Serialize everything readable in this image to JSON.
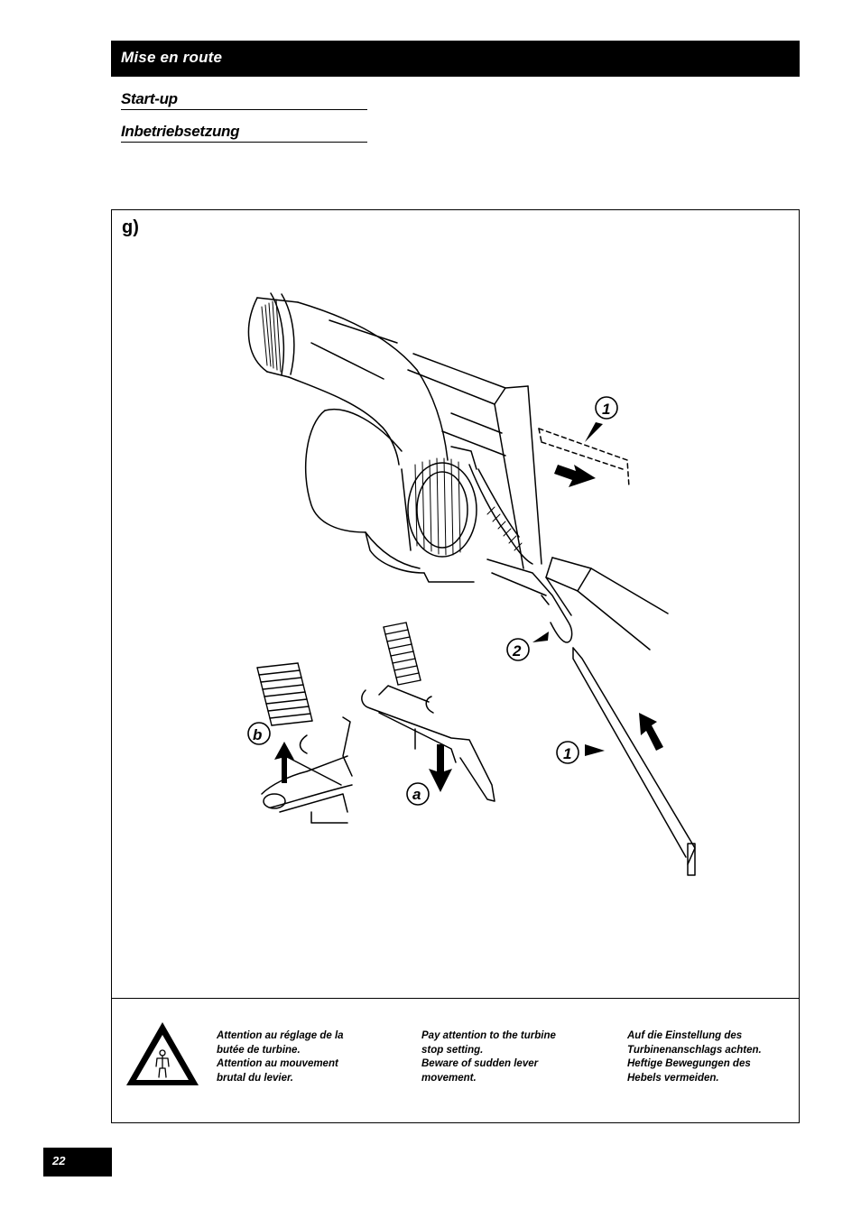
{
  "header": {
    "title": "Mise en route"
  },
  "subtitles": [
    "Start-up",
    "Inbetriebsetzung"
  ],
  "figure": {
    "label": "g)",
    "callouts": {
      "one": "1",
      "two": "2",
      "a": "a",
      "b": "b"
    }
  },
  "warning": {
    "icon": "warning-triangle-icon",
    "fr": "Attention au réglage de la\nbutée de turbine.\nAttention au mouvement\nbrutal du levier.",
    "en": "Pay attention to the turbine\nstop setting.\nBeware of sudden lever\nmovement.",
    "de": "Auf die Einstellung des\nTurbinenanschlags achten.\nHeftige Bewegungen des\nHebels vermeiden."
  },
  "page_number": "22"
}
